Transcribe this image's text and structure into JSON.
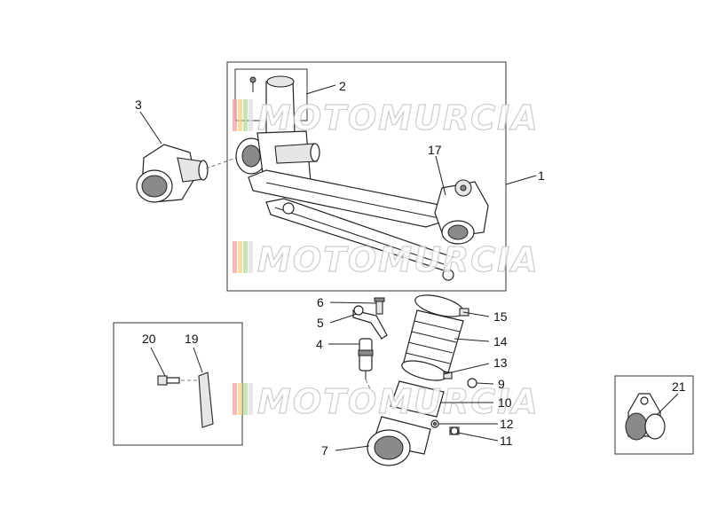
{
  "watermark": {
    "text": "MOTOMURCIA",
    "stripe_colors": [
      "#f4a6a6",
      "#f6d38a",
      "#b7dfa0",
      "#e0e0e0"
    ]
  },
  "callouts": {
    "c1": "1",
    "c2": "2",
    "c3": "3",
    "c4": "4",
    "c5": "5",
    "c6": "6",
    "c7": "7",
    "c9": "9",
    "c10": "10",
    "c11": "11",
    "c12": "12",
    "c13": "13",
    "c14": "14",
    "c15": "15",
    "c17": "17",
    "c19": "19",
    "c20": "20",
    "c21": "21"
  }
}
